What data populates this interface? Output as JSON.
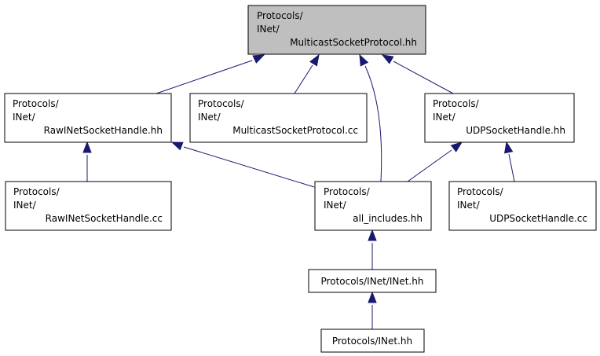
{
  "colors": {
    "edge": "#191970",
    "root_fill": "#bfbfbf",
    "node_fill": "#ffffff",
    "node_border": "#000000"
  },
  "nodes": {
    "multicast_hh": {
      "lines": [
        "Protocols/",
        "INet/",
        "MulticastSocketProtocol.hh"
      ]
    },
    "rawinet_hh": {
      "lines": [
        "Protocols/",
        "INet/",
        "RawINetSocketHandle.hh"
      ]
    },
    "multicast_cc": {
      "lines": [
        "Protocols/",
        "INet/",
        "MulticastSocketProtocol.cc"
      ]
    },
    "udp_hh": {
      "lines": [
        "Protocols/",
        "INet/",
        "UDPSocketHandle.hh"
      ]
    },
    "rawinet_cc": {
      "lines": [
        "Protocols/",
        "INet/",
        "RawINetSocketHandle.cc"
      ]
    },
    "all_includes": {
      "lines": [
        "Protocols/",
        "INet/",
        "all_includes.hh"
      ]
    },
    "udp_cc": {
      "lines": [
        "Protocols/",
        "INet/",
        "UDPSocketHandle.cc"
      ]
    },
    "inet_inet_hh": {
      "lines": [
        "Protocols/INet/INet.hh"
      ]
    },
    "inet_hh": {
      "lines": [
        "Protocols/INet.hh"
      ]
    }
  },
  "edges": [
    {
      "from": "rawinet_hh",
      "to": "multicast_hh"
    },
    {
      "from": "multicast_cc",
      "to": "multicast_hh"
    },
    {
      "from": "all_includes",
      "to": "multicast_hh"
    },
    {
      "from": "udp_hh",
      "to": "multicast_hh"
    },
    {
      "from": "rawinet_cc",
      "to": "rawinet_hh"
    },
    {
      "from": "all_includes",
      "to": "rawinet_hh"
    },
    {
      "from": "all_includes",
      "to": "udp_hh"
    },
    {
      "from": "udp_cc",
      "to": "udp_hh"
    },
    {
      "from": "inet_inet_hh",
      "to": "all_includes"
    },
    {
      "from": "inet_hh",
      "to": "inet_inet_hh"
    }
  ]
}
